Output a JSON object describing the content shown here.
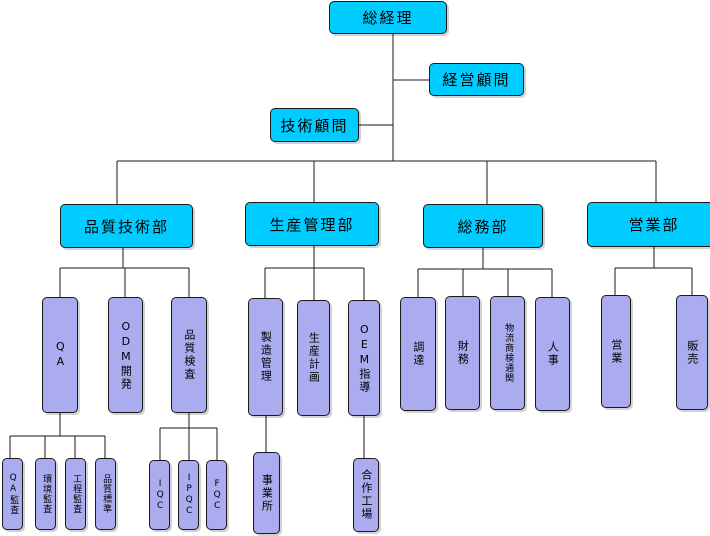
{
  "colors": {
    "top_box": "#00ccff",
    "sub_box": "#ababf0",
    "line": "#1a1a1a"
  },
  "org": {
    "ceo": "総経理",
    "mgmt_advisor": "経営顧問",
    "tech_advisor": "技術顧問",
    "departments": [
      {
        "name": "品質技術部",
        "sections": [
          {
            "name": "QA",
            "units": [
              "QA監査",
              "環境監査",
              "工程監査",
              "品質標準"
            ]
          },
          {
            "name": "ODM開発",
            "units": []
          },
          {
            "name": "品質検査",
            "units": [
              "IQC",
              "IPQC",
              "FQC"
            ]
          }
        ]
      },
      {
        "name": "生産管理部",
        "sections": [
          {
            "name": "製造管理",
            "units": [
              "事業所"
            ]
          },
          {
            "name": "生産計画",
            "units": []
          },
          {
            "name": "OEM指導",
            "units": [
              "合作工場"
            ]
          }
        ]
      },
      {
        "name": "総務部",
        "sections": [
          {
            "name": "調達",
            "units": []
          },
          {
            "name": "財務",
            "units": []
          },
          {
            "name": "物流商検通関",
            "units": []
          },
          {
            "name": "人事",
            "units": []
          }
        ]
      },
      {
        "name": "営業部",
        "sections": [
          {
            "name": "営業",
            "units": []
          },
          {
            "name": "販売",
            "units": []
          }
        ]
      }
    ]
  }
}
